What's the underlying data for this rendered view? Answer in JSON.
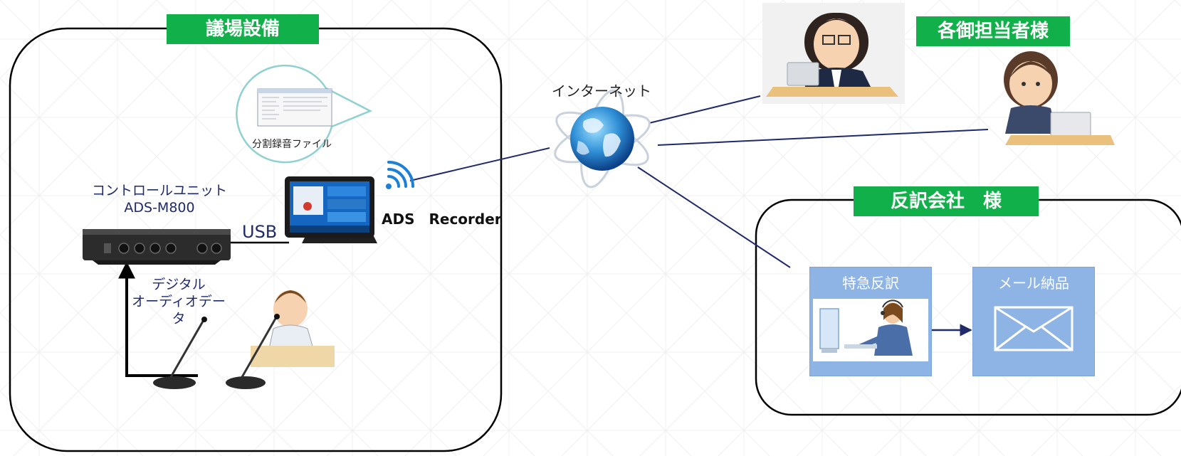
{
  "venue": {
    "title": "議場設備"
  },
  "staff": {
    "title": "各御担当者様"
  },
  "translation_company": {
    "title": "反訳会社　様"
  },
  "internet": {
    "label": "インターネット"
  },
  "control_unit": {
    "label_line1": "コントロールユニット",
    "label_line2": "ADS-M800"
  },
  "usb": {
    "label": "USB"
  },
  "recorder": {
    "label": "ADS　Recorder"
  },
  "split_file": {
    "label": "分割録音ファイル"
  },
  "digital_audio": {
    "label_line1": "デジタル",
    "label_line2": "オーディオデータ"
  },
  "express_transcription": {
    "title": "特急反訳"
  },
  "mail_delivery": {
    "title": "メール納品"
  },
  "colors": {
    "badge_green": "#12b04a",
    "line_navy": "#1f2a6b",
    "panel_blue": "#8eb4e6"
  }
}
